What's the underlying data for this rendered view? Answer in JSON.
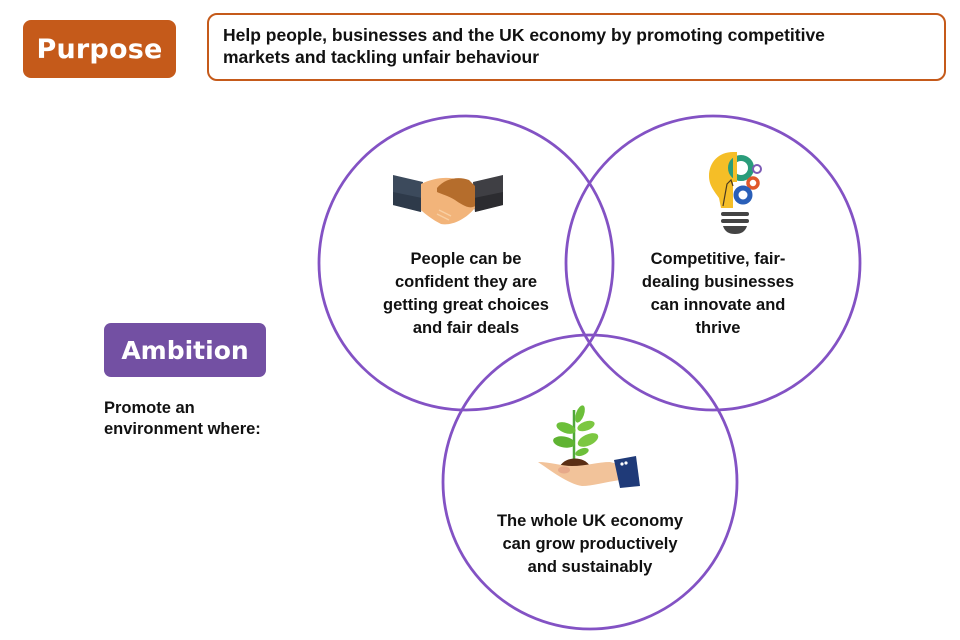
{
  "purpose": {
    "label": "Purpose",
    "description_lines": [
      "Help people, businesses and the UK economy by promoting competitive",
      "markets and tackling unfair behaviour"
    ]
  },
  "ambition": {
    "label": "Ambition",
    "text_lines": [
      "Promote an",
      "environment where:"
    ]
  },
  "venn": {
    "circle_color": "#8352c4",
    "circles": [
      {
        "id": "people",
        "icon": "handshake-icon",
        "lines": [
          "People can be",
          "confident they are",
          "getting great choices",
          "and fair deals"
        ]
      },
      {
        "id": "businesses",
        "icon": "lightbulb-gears-icon",
        "lines": [
          "Competitive, fair-",
          "dealing businesses",
          "can innovate and",
          "thrive"
        ]
      },
      {
        "id": "economy",
        "icon": "hand-plant-icon",
        "lines": [
          "The whole UK economy",
          "can grow productively",
          "and sustainably"
        ]
      }
    ]
  },
  "colors": {
    "purpose": "#c55a1a",
    "ambition": "#7350a3"
  }
}
